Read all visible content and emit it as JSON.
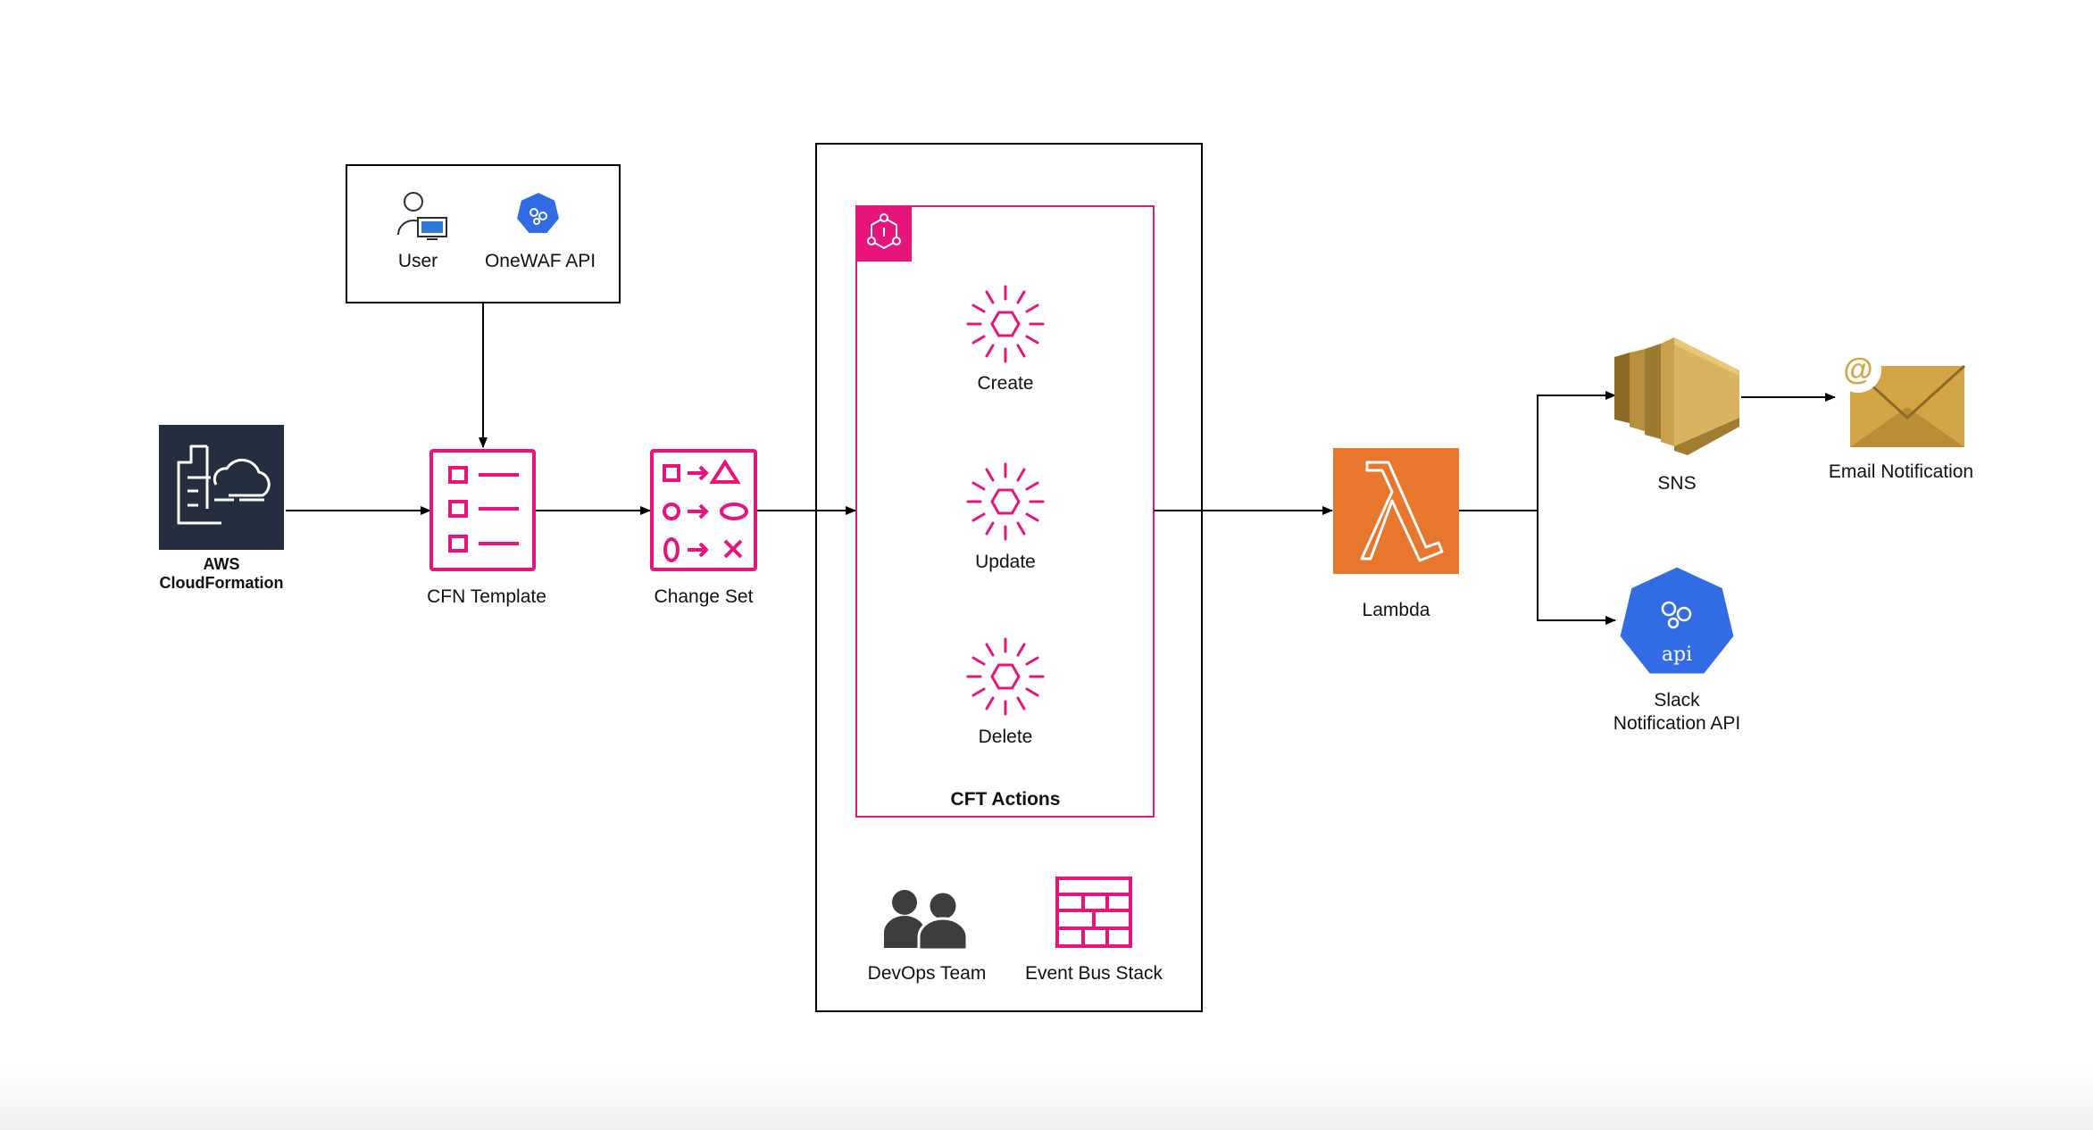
{
  "diagram": {
    "nodes": {
      "cloudformation": {
        "label_line1": "AWS",
        "label_line2": "CloudFormation",
        "icon": "cloudformation-icon"
      },
      "user": {
        "label": "User",
        "icon": "user-icon"
      },
      "onewaf": {
        "label": "OneWAF API",
        "icon": "kubernetes-api-icon"
      },
      "cfn_template": {
        "label": "CFN Template",
        "icon": "template-checklist-icon"
      },
      "change_set": {
        "label": "Change Set",
        "icon": "change-set-icon"
      },
      "create": {
        "label": "Create",
        "icon": "event-icon"
      },
      "update": {
        "label": "Update",
        "icon": "event-icon"
      },
      "delete": {
        "label": "Delete",
        "icon": "event-icon"
      },
      "cft_actions": {
        "label": "CFT Actions",
        "icon": "eventbridge-icon"
      },
      "devops": {
        "label": "DevOps Team",
        "icon": "users-icon"
      },
      "event_bus": {
        "label": "Event Bus Stack",
        "icon": "event-bus-icon"
      },
      "lambda": {
        "label": "Lambda",
        "icon": "lambda-icon"
      },
      "sns": {
        "label": "SNS",
        "icon": "sns-icon"
      },
      "email": {
        "label": "Email Notification",
        "icon": "email-icon"
      },
      "slack": {
        "label_line1": "Slack",
        "label_line2": "Notification API",
        "icon": "api-icon"
      }
    },
    "edges": [
      {
        "from": "cloudformation",
        "to": "cfn_template"
      },
      {
        "from": "user",
        "to": "cfn_template"
      },
      {
        "from": "cfn_template",
        "to": "change_set"
      },
      {
        "from": "change_set",
        "to": "cft_actions"
      },
      {
        "from": "cft_actions",
        "to": "lambda"
      },
      {
        "from": "lambda",
        "to": "sns"
      },
      {
        "from": "lambda",
        "to": "slack"
      },
      {
        "from": "sns",
        "to": "email"
      }
    ],
    "colors": {
      "aws_pink": "#e7157b",
      "cloudformation_bg": "#232f3e",
      "lambda_orange": "#e8772e",
      "sns_gold": "#c9a24b",
      "email_gold": "#d4a546",
      "k8s_blue": "#326ce5",
      "devops_gray": "#3d3d3d",
      "line": "#000000"
    }
  }
}
